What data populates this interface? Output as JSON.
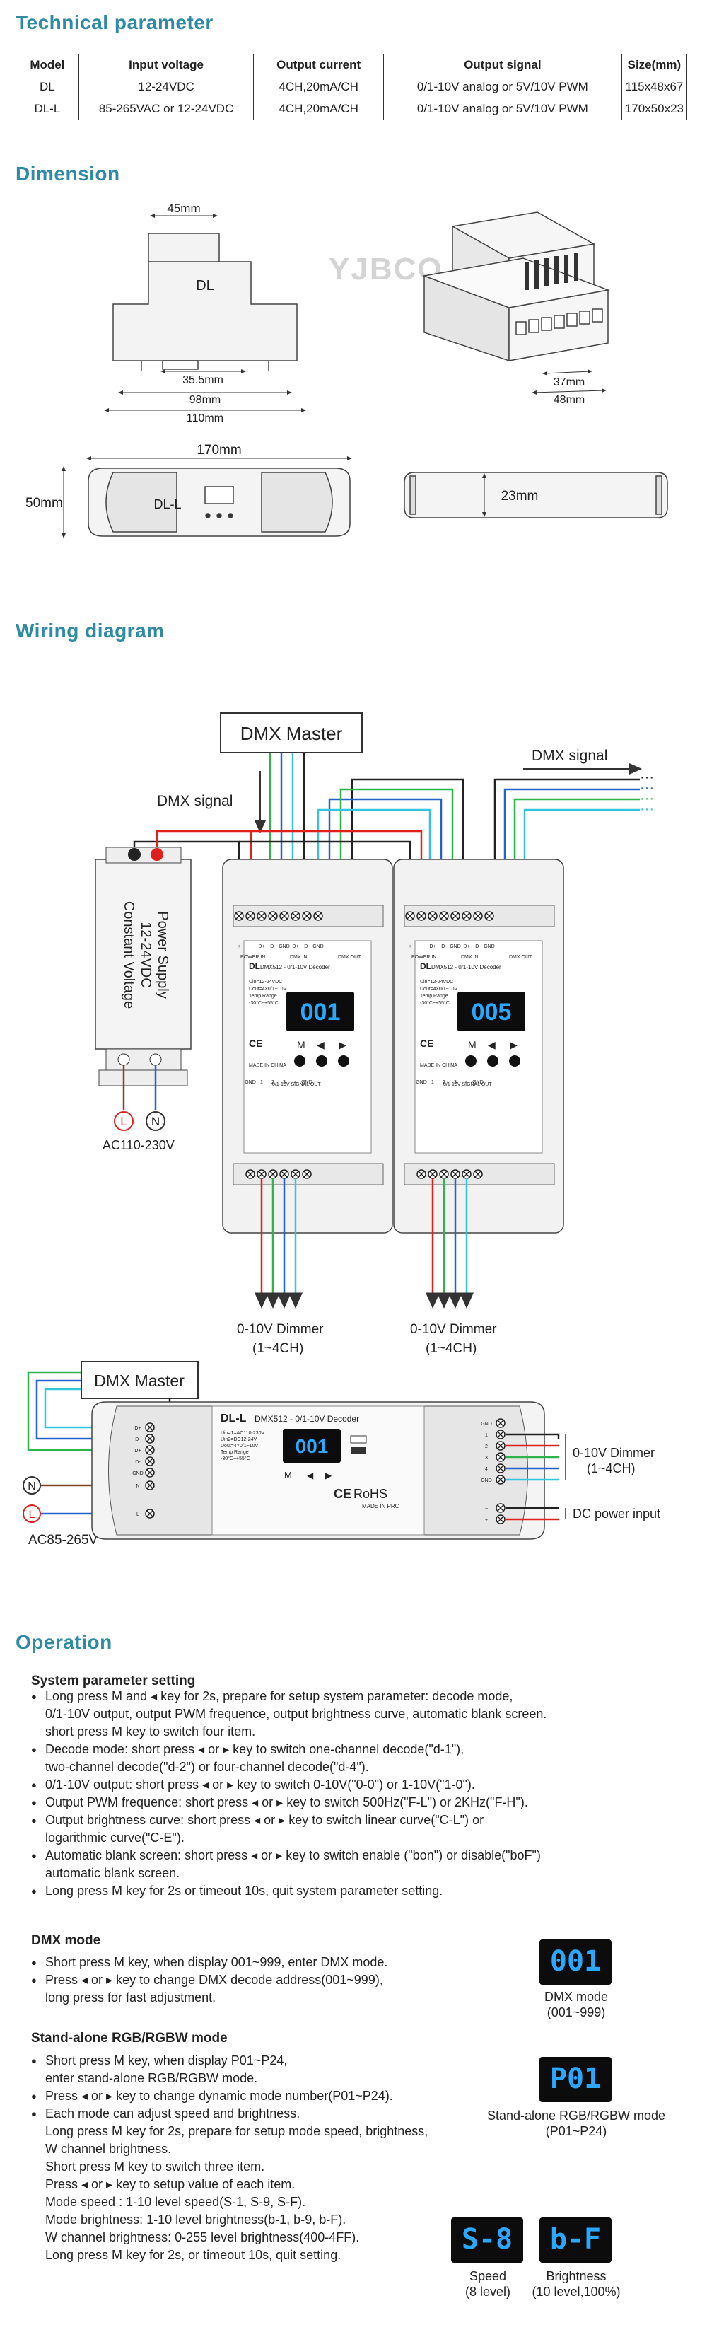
{
  "sections": {
    "technical": "Technical parameter",
    "dimension": "Dimension",
    "wiring": "Wiring diagram",
    "operation": "Operation"
  },
  "spec_table": {
    "headers": [
      "Model",
      "Input voltage",
      "Output current",
      "Output signal",
      "Size(mm)"
    ],
    "rows": [
      [
        "DL",
        "12-24VDC",
        "4CH,20mA/CH",
        "0/1-10V analog or 5V/10V PWM",
        "115x48x67"
      ],
      [
        "DL-L",
        "85-265VAC or 12-24VDC",
        "4CH,20mA/CH",
        "0/1-10V analog or 5V/10V PWM",
        "170x50x23"
      ]
    ]
  },
  "dimension": {
    "dl_label": "DL",
    "dl_top": "45mm",
    "dl_d1": "35.5mm",
    "dl_d2": "98mm",
    "dl_d3": "110mm",
    "iso_w1": "37mm",
    "iso_w2": "48mm",
    "watermark": "YJBCO",
    "dll_width": "170mm",
    "dll_height": "50mm",
    "dll_label": "DL-L",
    "dll_side": "23mm"
  },
  "wiring": {
    "dmx_master": "DMX Master",
    "dmx_signal_in": "DMX signal",
    "dmx_signal_out": "DMX signal",
    "psu_text": [
      "Power Supply",
      "12-24VDC",
      "Constant Voltage"
    ],
    "psu_l": "L",
    "psu_n": "N",
    "ac_in": "AC110-230V",
    "dec1_value": "001",
    "dec2_value": "005",
    "dec_model": "DL",
    "dec_title": "DMX512 - 0/1-10V Decoder",
    "dec_terms_top": [
      "+",
      "−",
      "D+",
      "D-",
      "GND",
      "D+",
      "D-",
      "GND"
    ],
    "dec_terms_bottom": [
      "GND",
      "1",
      "2",
      "3",
      "4",
      "GND"
    ],
    "dec_spec": [
      "Uin=12-24VDC",
      "Uout=4×0/1~10V",
      "Temp Range",
      "-30°C~+55°C"
    ],
    "dec_power": "POWER IN",
    "dec_dmxin": "DMX IN",
    "dec_dmxout": "DMX OUT",
    "dec_madein": "MADE IN CHINA",
    "dec_out_label": "0/1-10V SIGNAL OUT",
    "dimmer1": [
      "0-10V Dimmer",
      "(1~4CH)"
    ],
    "dimmer2": [
      "0-10V Dimmer",
      "(1~4CH)"
    ],
    "dll_master": "DMX Master",
    "dll_model": "DL-L",
    "dll_title": "DMX512 - 0/1-10V Decoder",
    "dll_value": "001",
    "dll_m": "M",
    "dll_rohs": "RoHS",
    "dll_madein": "MADE IN PRC",
    "dll_specs": [
      "Uin=1=AC110-230V",
      "Uin2=DC12-24V",
      "Uout=4×0/1~10V",
      "Temp Range",
      "-30°C~+55°C"
    ],
    "dll_left_terms": [
      "D+",
      "D-",
      "D+",
      "D-",
      "GND",
      "N",
      "L"
    ],
    "dll_right_terms": [
      "GND",
      "1",
      "2",
      "3",
      "4",
      "GND",
      "−",
      "+"
    ],
    "dll_dimmer": [
      "0-10V Dimmer",
      "(1~4CH)"
    ],
    "dll_dc": "DC power input",
    "dll_ac": "AC85-265V",
    "dll_n": "N",
    "dll_l": "L"
  },
  "operation": {
    "system_title": "System parameter setting",
    "system_items": [
      [
        "Long press M and ◂ key for 2s, prepare for setup system parameter: decode mode,",
        "0/1-10V output, output PWM frequence, output brightness curve, automatic blank screen.",
        "short press M key to switch four item."
      ],
      [
        "Decode mode: short press ◂ or ▸ key to switch one-channel decode(\"d-1\"),",
        "two-channel decode(\"d-2\") or four-channel decode(\"d-4\")."
      ],
      [
        "0/1-10V output: short press ◂ or ▸ key to switch 0-10V(\"0-0\") or 1-10V(\"1-0\")."
      ],
      [
        "Output PWM frequence: short press ◂ or ▸ key to switch 500Hz(\"F-L\") or 2KHz(\"F-H\")."
      ],
      [
        "Output brightness curve: short press ◂ or ▸ key to switch linear curve(\"C-L\") or",
        "logarithmic curve(\"C-E\")."
      ],
      [
        "Automatic blank screen: short press ◂ or ▸ key to switch enable (\"bon\") or disable(\"boF\")",
        "automatic blank screen."
      ],
      [
        "Long press M key for 2s or timeout 10s, quit system parameter setting."
      ]
    ],
    "dmx_title": "DMX mode",
    "dmx_items": [
      [
        "Short press M key, when display 001~999, enter DMX mode."
      ],
      [
        "Press  ◂ or ▸ key to change DMX decode address(001~999),",
        "long press for fast adjustment."
      ]
    ],
    "dmx_display": "001",
    "dmx_caption": [
      "DMX mode",
      "(001~999)"
    ],
    "standalone_title": "Stand-alone RGB/RGBW mode",
    "standalone_items": [
      [
        "Short press M key, when display P01~P24,",
        "enter stand-alone RGB/RGBW mode."
      ],
      [
        "Press ◂ or ▸ key to change dynamic mode number(P01~P24)."
      ],
      [
        "Each mode can adjust speed and brightness.",
        "Long press M key for 2s, prepare for setup mode speed, brightness,",
        "W channel brightness.",
        "Short press M key to switch three item.",
        "Press ◂ or ▸ key to setup value of each item.",
        "Mode speed :  1-10 level speed(S-1, S-9, S-F).",
        "Mode brightness: 1-10 level brightness(b-1, b-9, b-F).",
        "W channel brightness: 0-255 level brightness(400-4FF).",
        "Long press M key for 2s, or timeout 10s, quit setting."
      ]
    ],
    "standalone_display": "P01",
    "standalone_caption": [
      "Stand-alone RGB/RGBW mode",
      "(P01~P24)"
    ],
    "speed_display": "S-8",
    "speed_caption": [
      "Speed",
      "(8 level)"
    ],
    "bright_display": "b-F",
    "bright_caption": [
      "Brightness",
      "(10 level,100%)"
    ]
  },
  "colors": {
    "title": "#2f8aa3",
    "display": "#2aa7ff",
    "wire_red": "#e0201c",
    "wire_green": "#2fb34a",
    "wire_blue": "#2463c9",
    "wire_cyan": "#35c3e0",
    "wire_brown": "#7a4a2a"
  }
}
